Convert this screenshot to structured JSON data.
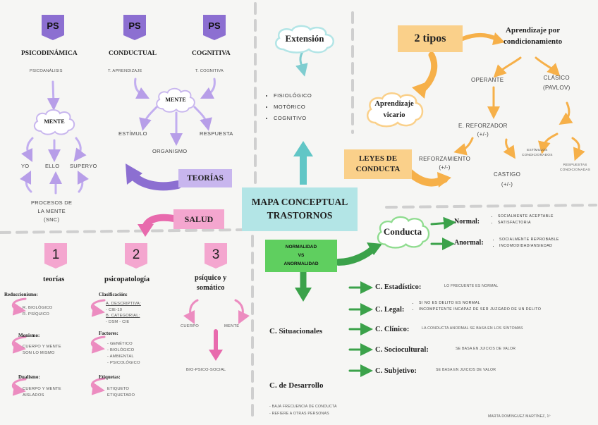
{
  "title": {
    "line1": "MAPA CONCEPTUAL",
    "line2": "TRASTORNOS"
  },
  "teorias_label": "TEORÍAS",
  "salud_label": "SALUD",
  "ps_badge": "PS",
  "schools": [
    {
      "name": "PSICODINÁMICA",
      "sub": "PSICOANÁLISIS"
    },
    {
      "name": "CONDUCTUAL",
      "sub": "T. APRENDIZAJE"
    },
    {
      "name": "COGNITIVA",
      "sub": "T. COGNITIVA"
    }
  ],
  "mente": "MENTE",
  "cond_nodes": {
    "estimulo": "ESTÍMULO",
    "respuesta": "RESPUESTA",
    "organismo": "ORGANISMO"
  },
  "psico_nodes": {
    "yo": "YO",
    "ello": "ELLO",
    "superyo": "SUPERYO",
    "procesos": [
      "PROCESOS DE",
      "LA MENTE",
      "(SNC)"
    ]
  },
  "extension": {
    "title": "Extensión",
    "items": [
      "FISIOLÓGICO",
      "MOTÓRICO",
      "COGNITIVO"
    ]
  },
  "aprendizaje": {
    "dos_tipos": "2 tipos",
    "cond_title": [
      "Aprendizaje por",
      "condicionamiento"
    ],
    "vicario": [
      "Aprendizaje",
      "vicario"
    ],
    "operante": "OPERANTE",
    "clasico": [
      "CLÁSICO",
      "(PAVLOV)"
    ],
    "e_reforzador": [
      "E. REFORZADOR",
      "(+/-)"
    ],
    "reforzamiento": [
      "REFORZAMIENTO",
      "(+/-)"
    ],
    "castigo": [
      "CASTIGO",
      "(+/-)"
    ],
    "est_cond": [
      "ESTÍMULOS",
      "CONDICIONADOS"
    ],
    "resp_cond": [
      "RESPUESTAS",
      "CONDICIONADAS"
    ],
    "leyes": [
      "LEYES DE",
      "CONDUCTA"
    ]
  },
  "salud": {
    "nums": [
      "1",
      "2",
      "3"
    ],
    "col1": {
      "title": "teorías",
      "groups": [
        {
          "head": "Reduccionismo:",
          "items": [
            "R. BIOLÓGICO",
            "R. PSÍQUICO"
          ]
        },
        {
          "head": "Monismo:",
          "items": [
            "CUERPO Y MENTE",
            "SON LO MISMO"
          ]
        },
        {
          "head": "Dualismo:",
          "items": [
            "CUERPO Y MENTE",
            "AISLADOS"
          ]
        }
      ]
    },
    "col2": {
      "title": "psicopatología",
      "groups": [
        {
          "head": "Clasificación:",
          "items": [
            "A. DESCRIPTIVA:",
            "- CIE-10",
            "B. CATEGORIAL:",
            "- DSM - CIE"
          ]
        },
        {
          "head": "Factores:",
          "items": [
            "- GENÉTICO",
            "- BIOLÓGICO",
            "- AMBIENTAL",
            "- PSICOLÓGICO"
          ]
        },
        {
          "head": "Etiquetas:",
          "items": [
            "ETIQUETO",
            "ETIQUETADO"
          ]
        }
      ]
    },
    "col3": {
      "title": [
        "psíquico y",
        "somático"
      ],
      "cuerpo": "CUERPO",
      "mente": "MENTE",
      "bio": "BIO-PSICO-SOCIAL"
    }
  },
  "normalidad": [
    "NORMALIDAD",
    "VS",
    "ANORMALIDAD"
  ],
  "conducta": {
    "title": "Conducta",
    "normal": {
      "label": "Normal:",
      "items": [
        "SOCIALMENTE ACEPTABLE",
        "SATISFACTORIA"
      ]
    },
    "anormal": {
      "label": "Anormal:",
      "items": [
        "SOCIALMENTE REPROBABLE",
        "INCOMODIDAD/ANSIEDAD"
      ]
    }
  },
  "situacionales": "C. Situacionales",
  "criterios": [
    {
      "label": "C. Estadístico:",
      "items": [
        "LO FRECUENTE ES NORMAL"
      ]
    },
    {
      "label": "C. Legal:",
      "items": [
        "SI NO ES DELITO ES NORMAL",
        "INCOMPETENTE INCAPAZ DE SER JUZGADO DE UN DELITO"
      ]
    },
    {
      "label": "C. Clínico:",
      "items": [
        "LA CONDUCTA ANORMAL SE BASA EN LOS SÍNTOMAS"
      ]
    },
    {
      "label": "C. Sociocultural:",
      "items": [
        "SE BASA EN JUICIOS DE VALOR"
      ]
    },
    {
      "label": "C. Subjetivo:",
      "items": [
        "SE BASA EN JUICIOS DE VALOR"
      ]
    }
  ],
  "desarrollo": {
    "title": "C. de Desarrollo",
    "items": [
      "- BAJA FRECUENCIA DE CONDUCTA",
      "- REFIERE A OTRAS PERSONAS"
    ]
  },
  "author": "MARTA DOMÍNGUEZ MARTÍNEZ, 1º",
  "colors": {
    "purple": "#8c6fd1",
    "purple_light": "#c8b6ee",
    "pink": "#e86aad",
    "pink_light": "#f4a6cf",
    "teal": "#61c6c6",
    "teal_light": "#b3e5e6",
    "orange": "#f6b049",
    "orange_light": "#fad08a",
    "green": "#3ba24a",
    "green_light": "#5fcf5f",
    "divider": "#cfcfcf"
  }
}
